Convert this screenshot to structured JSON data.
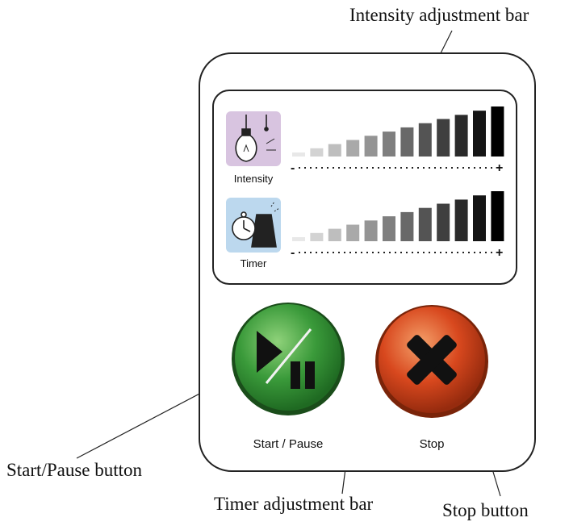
{
  "device": {
    "controls": [
      {
        "label": "Intensity",
        "icon": "lightbulb-icon",
        "icon_bg": "#d8c4e0",
        "levels": 12
      },
      {
        "label": "Timer",
        "icon": "clock-icon",
        "icon_bg": "#bcd8ee",
        "levels": 12
      }
    ],
    "scale_min_symbol": "-",
    "scale_max_symbol": "+",
    "buttons": {
      "start_pause": {
        "label": "Start / Pause",
        "icon": "play-pause-icon",
        "color": "#3a9a3a"
      },
      "stop": {
        "label": "Stop",
        "icon": "x-icon",
        "color": "#d8481e"
      }
    }
  },
  "callouts": {
    "intensity_bar": "Intensity adjustment bar",
    "timer_bar": "Timer adjustment bar",
    "start_pause_button": "Start/Pause button",
    "stop_button": "Stop button"
  }
}
